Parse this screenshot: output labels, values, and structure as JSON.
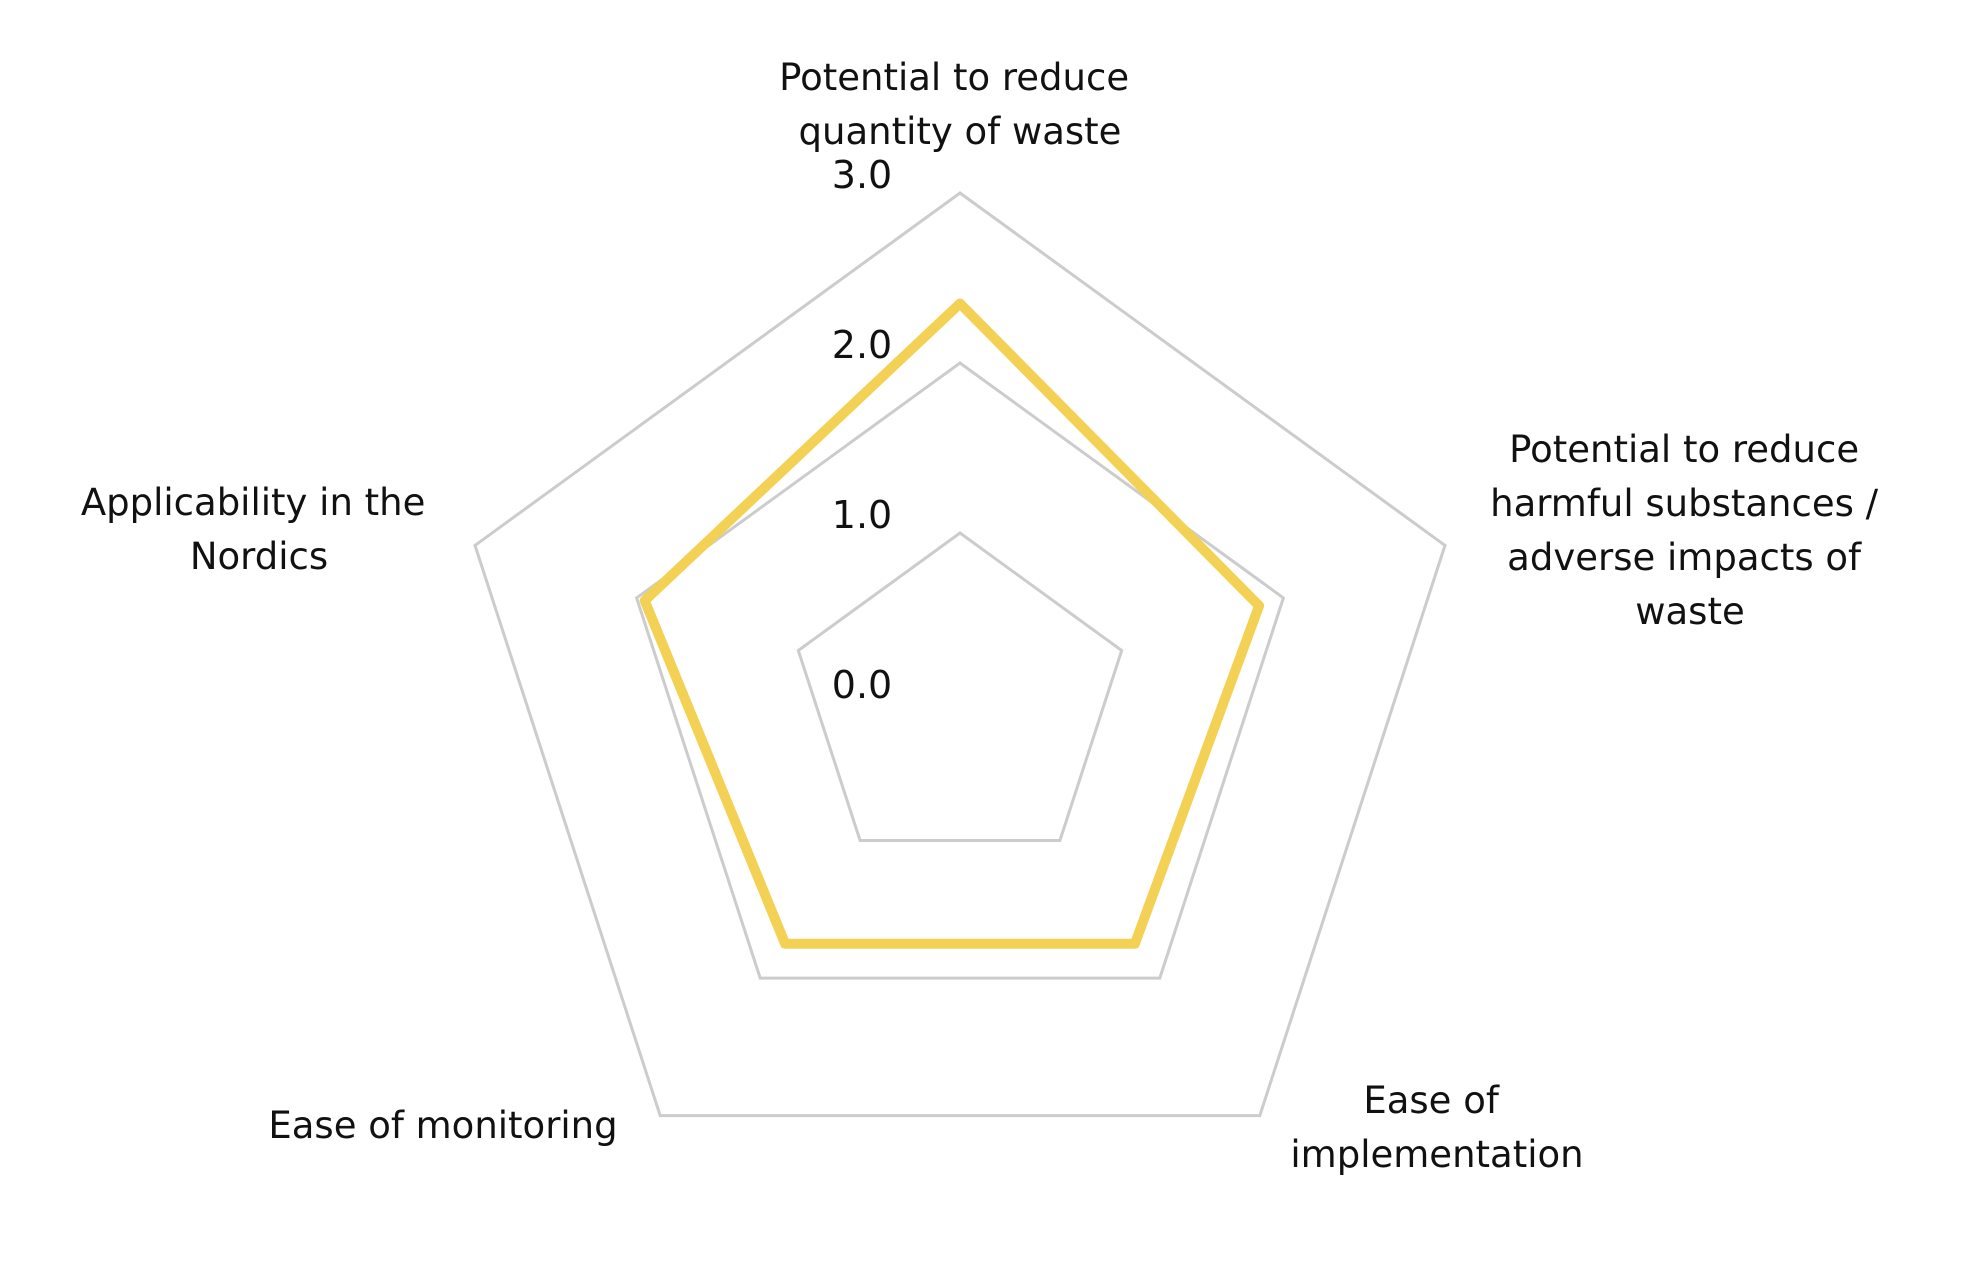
{
  "chart_data": {
    "type": "radar",
    "axes": [
      {
        "label_lines": [
          "Potential to reduce",
          "quantity of waste"
        ],
        "value": 2.35
      },
      {
        "label_lines": [
          "Potential to reduce",
          "harmful substances /",
          "adverse impacts of",
          "waste"
        ],
        "value": 1.85
      },
      {
        "label_lines": [
          "Ease of",
          "implementation"
        ],
        "value": 1.75
      },
      {
        "label_lines": [
          "Ease of monitoring"
        ],
        "value": 1.75
      },
      {
        "label_lines": [
          "Applicability in the",
          "Nordics"
        ],
        "value": 1.95
      }
    ],
    "ticks": [
      "0.0",
      "1.0",
      "2.0",
      "3.0"
    ],
    "range": [
      0,
      3
    ],
    "grid_levels": [
      1,
      2,
      3
    ],
    "colors": {
      "series": "#F3D154",
      "grid": "#CCCCCC",
      "text": "#111111"
    }
  }
}
